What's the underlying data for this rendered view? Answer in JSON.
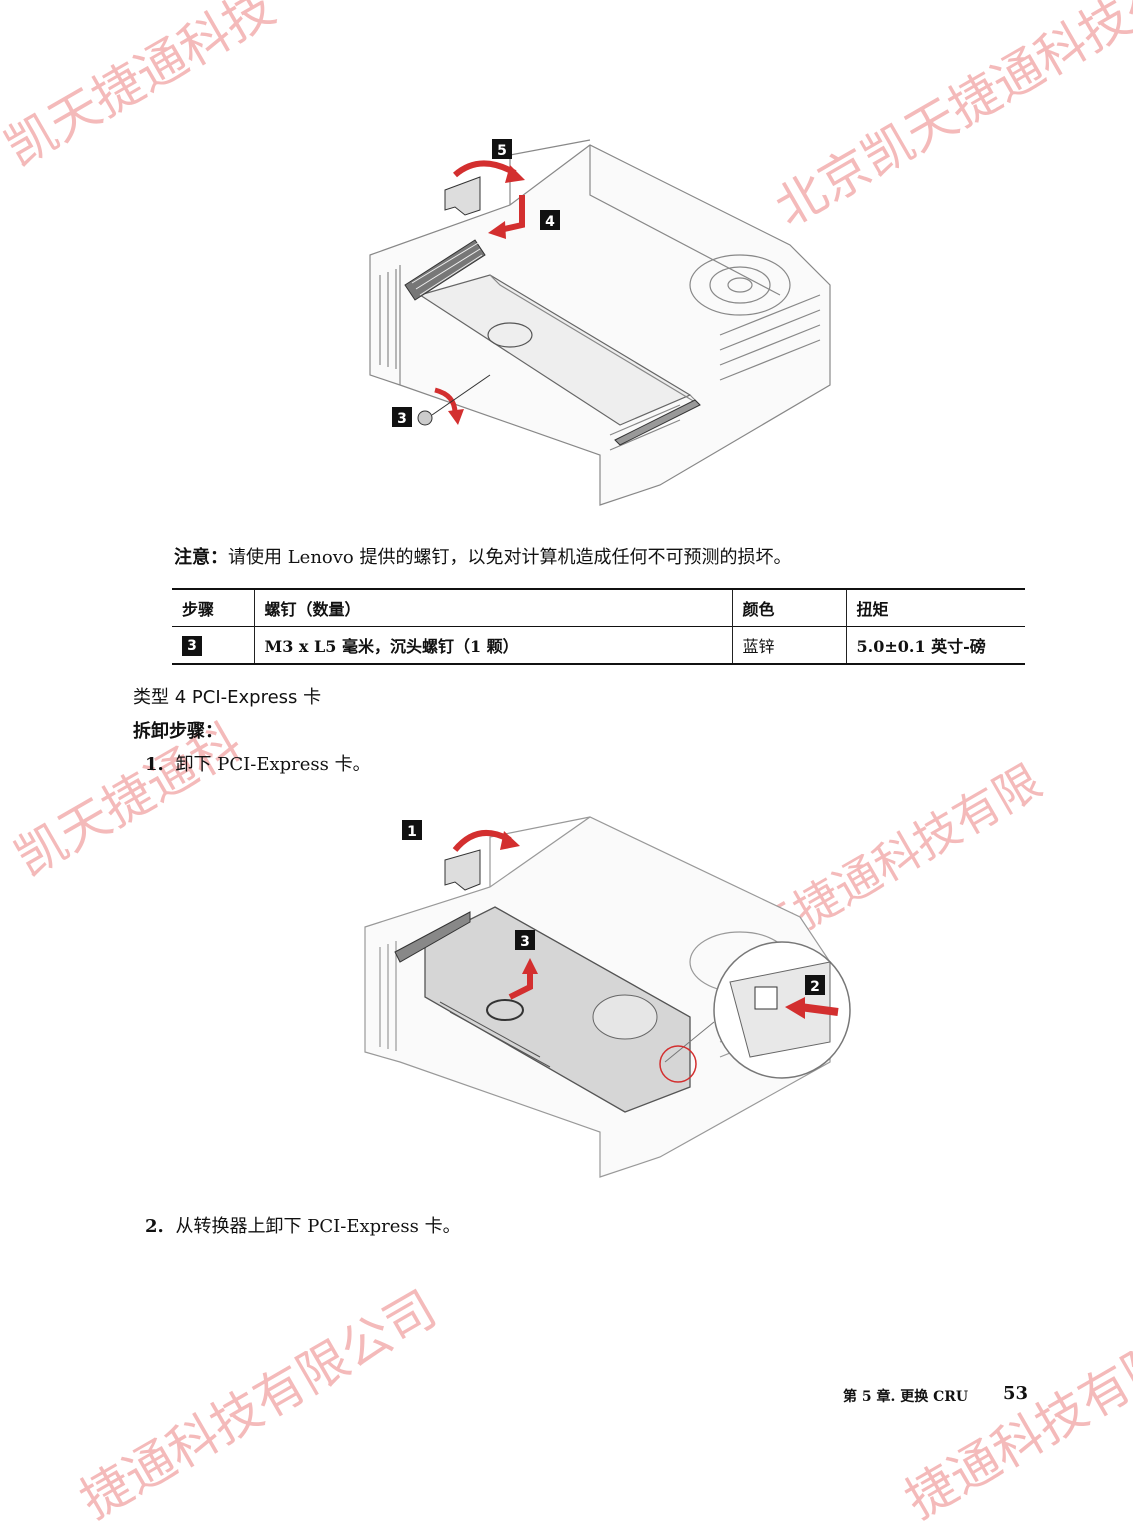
{
  "note": {
    "label": "注意：",
    "text": "请使用 Lenovo 提供的螺钉，以免对计算机造成任何不可预测的损坏。"
  },
  "table": {
    "headers": [
      "步骤",
      "螺钉（数量）",
      "颜色",
      "扭矩"
    ],
    "rows": [
      {
        "step": "3",
        "screw": "M3 x L5 毫米，沉头螺钉（1 颗）",
        "color": "蓝锌",
        "torque": "5.0±0.1 英寸-磅"
      }
    ]
  },
  "section": {
    "title": "类型 4 PCI-Express 卡",
    "procedure_label": "拆卸步骤："
  },
  "steps": [
    {
      "num": "1.",
      "text": "卸下 PCI-Express 卡。"
    },
    {
      "num": "2.",
      "text": "从转换器上卸下 PCI-Express 卡。"
    }
  ],
  "figure1": {
    "callouts": [
      "5",
      "4",
      "3"
    ]
  },
  "figure2": {
    "callouts": [
      "1",
      "3",
      "2"
    ]
  },
  "footer": {
    "chapter": "第 5 章. 更换 CRU",
    "page": "53"
  },
  "watermark": {
    "a": "凯天捷通科技",
    "b": "北京凯天捷通科技有限",
    "c": "凯天捷通科技有限",
    "d": "凯天捷通科",
    "e": "北京凯天捷通科技有限公司",
    "f": "捷通科技有限公司",
    "g": "捷通科技有限"
  },
  "colors": {
    "accent_red": "#d32f2f",
    "badge": "#111111"
  }
}
